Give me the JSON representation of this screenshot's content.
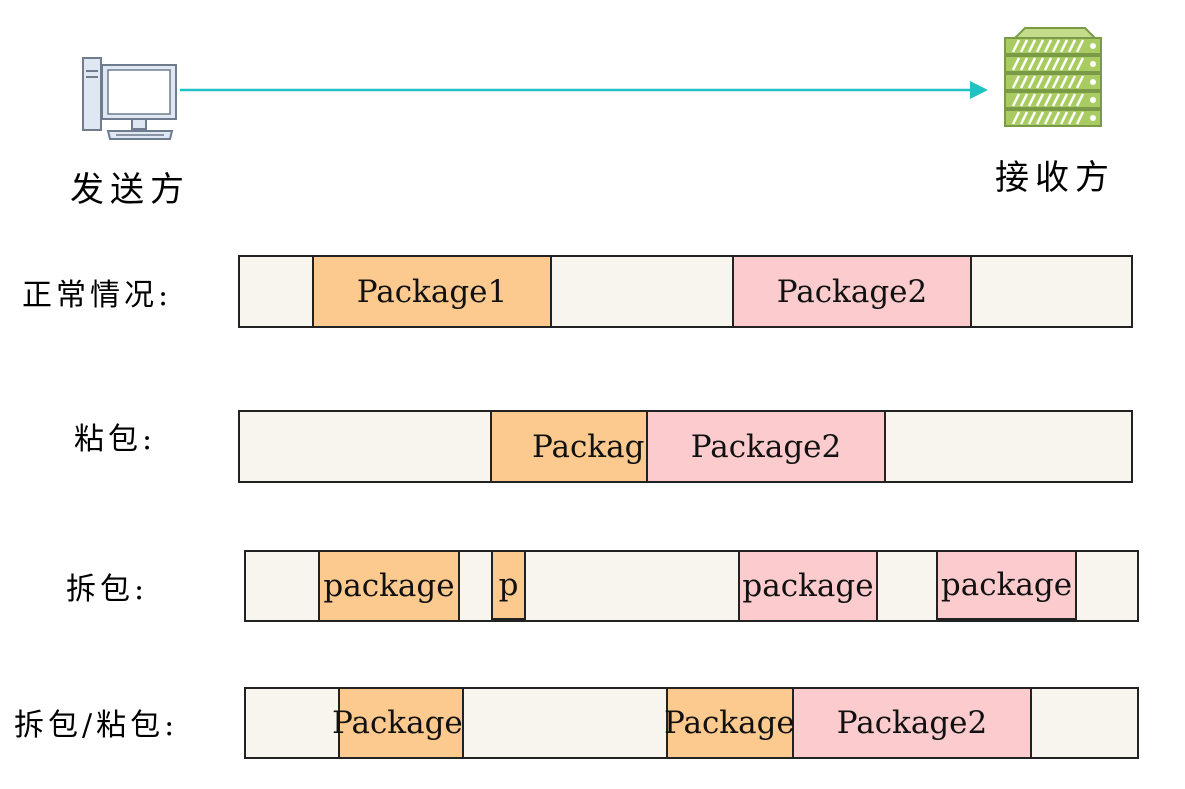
{
  "sender": {
    "label": "发送方",
    "icon": "computer-icon"
  },
  "receiver": {
    "label": "接收方",
    "icon": "server-icon"
  },
  "arrow": {
    "color": "#22c1c3"
  },
  "colors": {
    "package1": "#fcca8e",
    "package2": "#fbcbcd",
    "bar": "#f8f5ee"
  },
  "rows": [
    {
      "label": "正常情况:",
      "segments": [
        "Package1",
        "Package2"
      ]
    },
    {
      "label": "粘包:",
      "segments": [
        "Packag",
        "Package2"
      ]
    },
    {
      "label": "拆包:",
      "segments": [
        "package",
        "p",
        "package",
        "package"
      ]
    },
    {
      "label": "拆包/粘包:",
      "segments": [
        "Package",
        "Package",
        "Package2"
      ]
    }
  ]
}
